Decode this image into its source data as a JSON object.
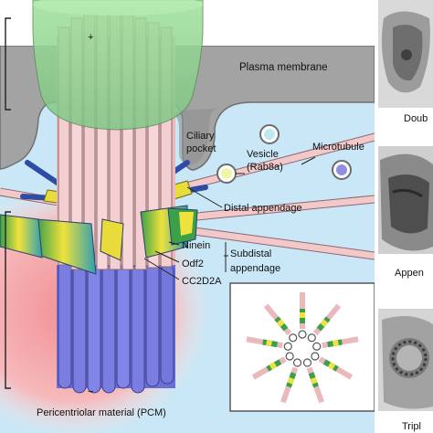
{
  "labels": {
    "plasma_membrane": "Plasma membrane",
    "ciliary_pocket_1": "Ciliary",
    "ciliary_pocket_2": "pocket",
    "vesicle": "Vesicle",
    "rab8a": "(Rab8a)",
    "microtubule": "Microtubule",
    "distal_appendage": "Distal appendage",
    "ninein": "Ninein",
    "odf2": "Odf2",
    "cc2d2a": "CC2D2A",
    "subdistal_1": "Subdistal",
    "subdistal_2": "appendage",
    "pcm": "Pericentriolar material (PCM)",
    "plus_sign": "+",
    "minus_sign": "−"
  },
  "side_panels": {
    "top": "Doub",
    "middle": "Appen",
    "bottom": "Tripl"
  },
  "colors": {
    "membrane": "#9a9a9a",
    "microtubule_pink": "#f0c6c8",
    "axoneme_green": "#8fd48f",
    "basal_blue": "#7777dd",
    "appendage_blue": "#3d59b5",
    "pcm_red": "#f1a3a6",
    "cytoplasm_blue": "#c9e7f6",
    "ninein_yellow": "#f0e23c",
    "odf2_green": "#3aa04a",
    "teal": "#2f9fb0"
  }
}
